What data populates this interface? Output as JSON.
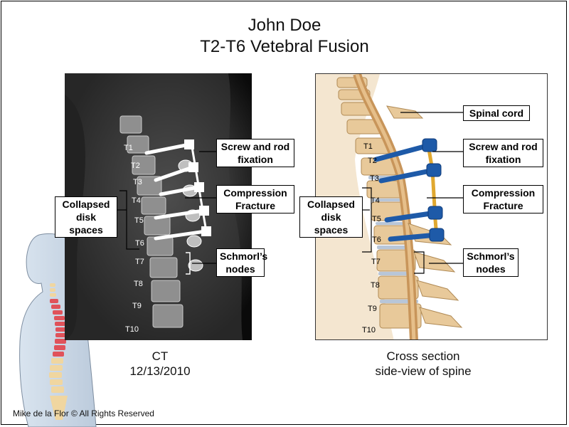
{
  "title": {
    "line1": "John Doe",
    "line2": "T2-T6 Vetebral Fusion"
  },
  "ct_vertebrae": [
    "T1",
    "T2",
    "T3",
    "T4",
    "T5",
    "T6",
    "T7",
    "T8",
    "T9",
    "T10"
  ],
  "xs_vertebrae": [
    "T1",
    "T2",
    "T3",
    "T4",
    "T5",
    "T6",
    "T7",
    "T8",
    "T9",
    "T10"
  ],
  "callouts": {
    "spinal_cord": "Spinal cord",
    "screw_rod_line1": "Screw and rod",
    "screw_rod_line2": "fixation",
    "compression_line1": "Compression",
    "compression_line2": "Fracture",
    "schmorl_line1": "Schmorl’s",
    "schmorl_line2": "nodes",
    "collapsed_line1": "Collapsed",
    "collapsed_line2": "disk spaces"
  },
  "captions": {
    "ct_line1": "CT",
    "ct_line2": "12/13/2010",
    "xs_line1": "Cross section",
    "xs_line2": "side-view of spine"
  },
  "credit": "Mike de la Flor © All Rights Reserved",
  "colors": {
    "highlight_vertebrae": "#e0525a",
    "rod_blue": "#1e5aa8",
    "bone": "#e8c99a",
    "cord": "#c8955a"
  }
}
